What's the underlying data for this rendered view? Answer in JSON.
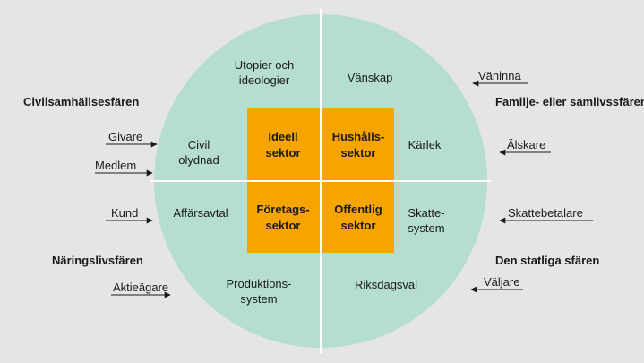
{
  "colors": {
    "background": "#e5e5e5",
    "circle_fill": "#b5ddd2",
    "circle_divider": "#ffffff",
    "sector_fill": "#f5a400",
    "arrow": "#1a1a1a"
  },
  "spheres": {
    "civil": "Civilsamhällsesfären",
    "family": "Familje- eller samlivssfären",
    "business": "Näringslivsfären",
    "state": "Den statliga sfären"
  },
  "sectors": {
    "ideell": [
      "Ideell",
      "sektor"
    ],
    "hushall": [
      "Hushålls-",
      "sektor"
    ],
    "foretag": [
      "Företags-",
      "sektor"
    ],
    "offentlig": [
      "Offentlig",
      "sektor"
    ]
  },
  "circle_labels": {
    "utopier": [
      "Utopier och",
      "ideologier"
    ],
    "civil_olydnad": [
      "Civil",
      "olydnad"
    ],
    "vanskap": "Vänskap",
    "karlek": "Kärlek",
    "affarsavtal": "Affärsavtal",
    "produktion": [
      "Produktions-",
      "system"
    ],
    "skatte": [
      "Skatte-",
      "system"
    ],
    "riksdagsval": "Riksdagsval"
  },
  "roles": {
    "givare": "Givare",
    "medlem": "Medlem",
    "kund": "Kund",
    "aktieagare": "Aktieägare",
    "vaninna": "Väninna",
    "alskare": "Älskare",
    "skattebetalare": "Skattebetalare",
    "valjare": "Väljare"
  }
}
